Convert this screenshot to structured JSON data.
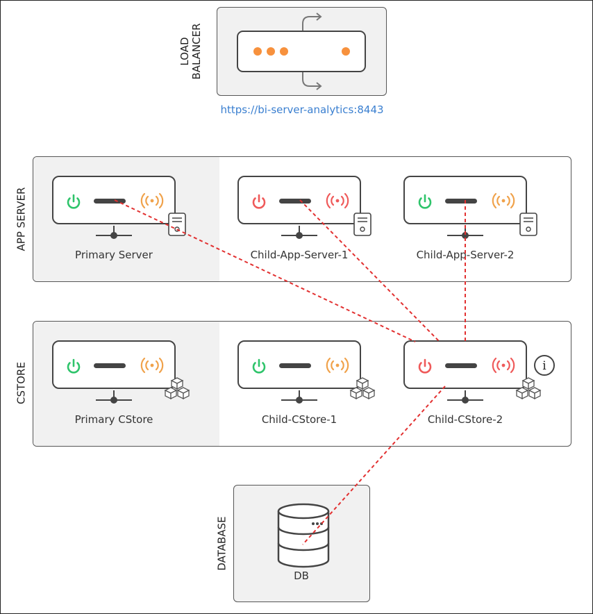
{
  "load_balancer": {
    "label_line1": "LOAD",
    "label_line2": "BALANCER",
    "url": "https://bi-server-analytics:8443"
  },
  "app_server": {
    "label": "APP SERVER",
    "nodes": [
      {
        "name": "Primary Server",
        "power": "on",
        "signal": "active"
      },
      {
        "name": "Child-App-Server-1",
        "power": "off",
        "signal": "error"
      },
      {
        "name": "Child-App-Server-2",
        "power": "on",
        "signal": "active"
      }
    ]
  },
  "cstore": {
    "label": "CSTORE",
    "nodes": [
      {
        "name": "Primary CStore",
        "power": "on",
        "signal": "active"
      },
      {
        "name": "Child-CStore-1",
        "power": "on",
        "signal": "active"
      },
      {
        "name": "Child-CStore-2",
        "power": "off",
        "signal": "error"
      }
    ],
    "info_glyph": "i"
  },
  "database": {
    "label": "DATABASE",
    "name": "DB"
  },
  "colors": {
    "on": "#2fc46b",
    "off": "#ef5a5a",
    "active": "#f0a24b",
    "error": "#ef5a5a",
    "link": "#e23030",
    "url": "#3a7fd0",
    "dot": "#f7913d"
  },
  "icons": {
    "power": "power-icon",
    "signal": "broadcast-icon",
    "server": "server-tower-icon",
    "cubes": "cubes-icon",
    "db": "database-icon",
    "info": "info-icon",
    "arrow": "curved-arrow-icon"
  }
}
